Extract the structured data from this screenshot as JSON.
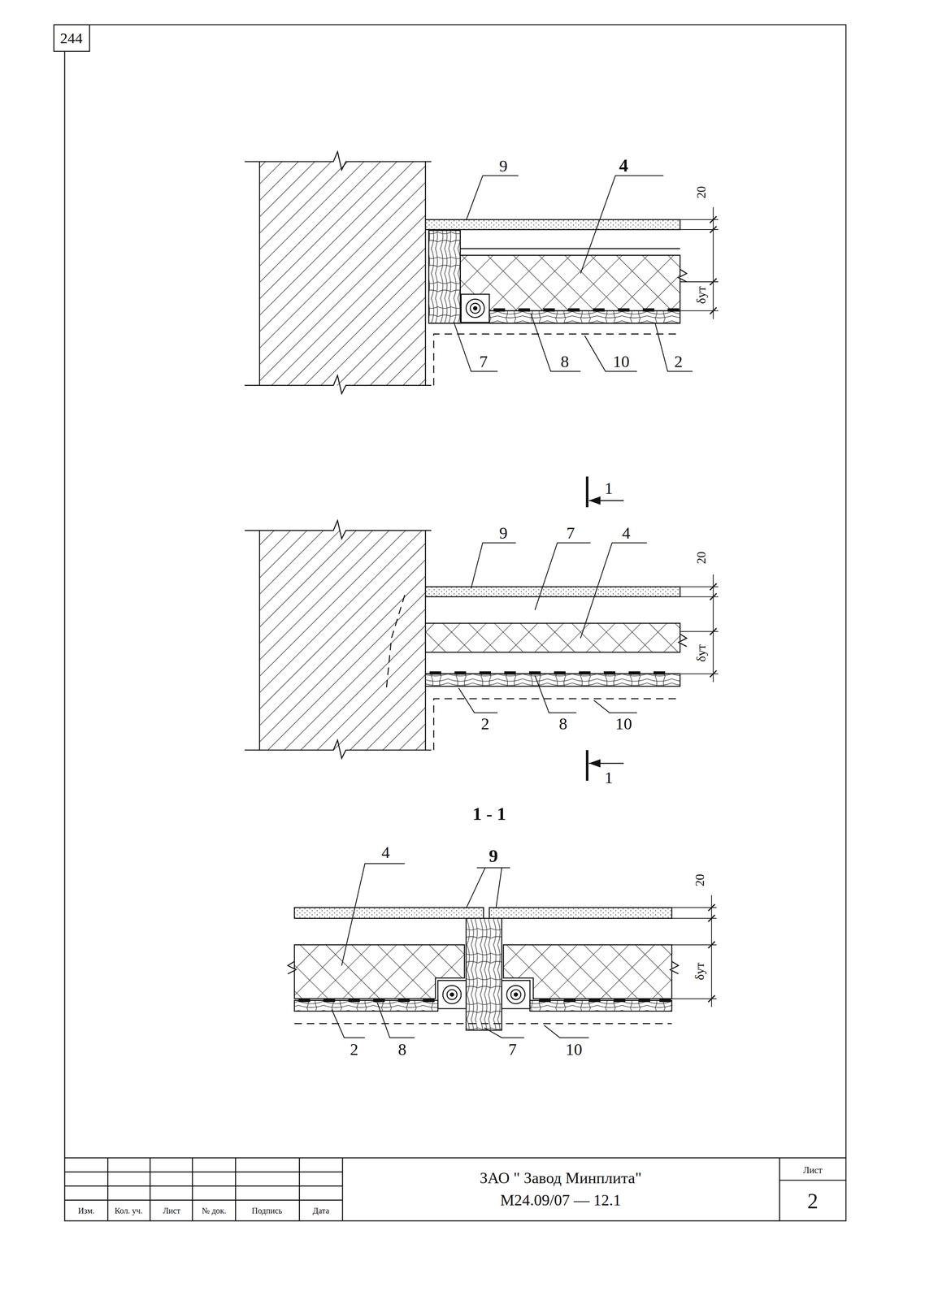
{
  "diagram": {
    "labels": [
      "244",
      "9",
      "4",
      "20",
      "δут",
      "7",
      "8",
      "10",
      "2",
      "1",
      "9",
      "7",
      "4",
      "20",
      "δут",
      "2",
      "8",
      "10",
      "1",
      "1 - 1",
      "4",
      "9",
      "20",
      "δут",
      "2",
      "8",
      "7",
      "10",
      "Изм.",
      "Кол. уч.",
      "Лист",
      "№ док.",
      "Подпись",
      "Дата",
      "ЗАО \" Завод Минплита\"",
      "М24.09/07 — 12.1",
      "Лист",
      "2"
    ]
  }
}
